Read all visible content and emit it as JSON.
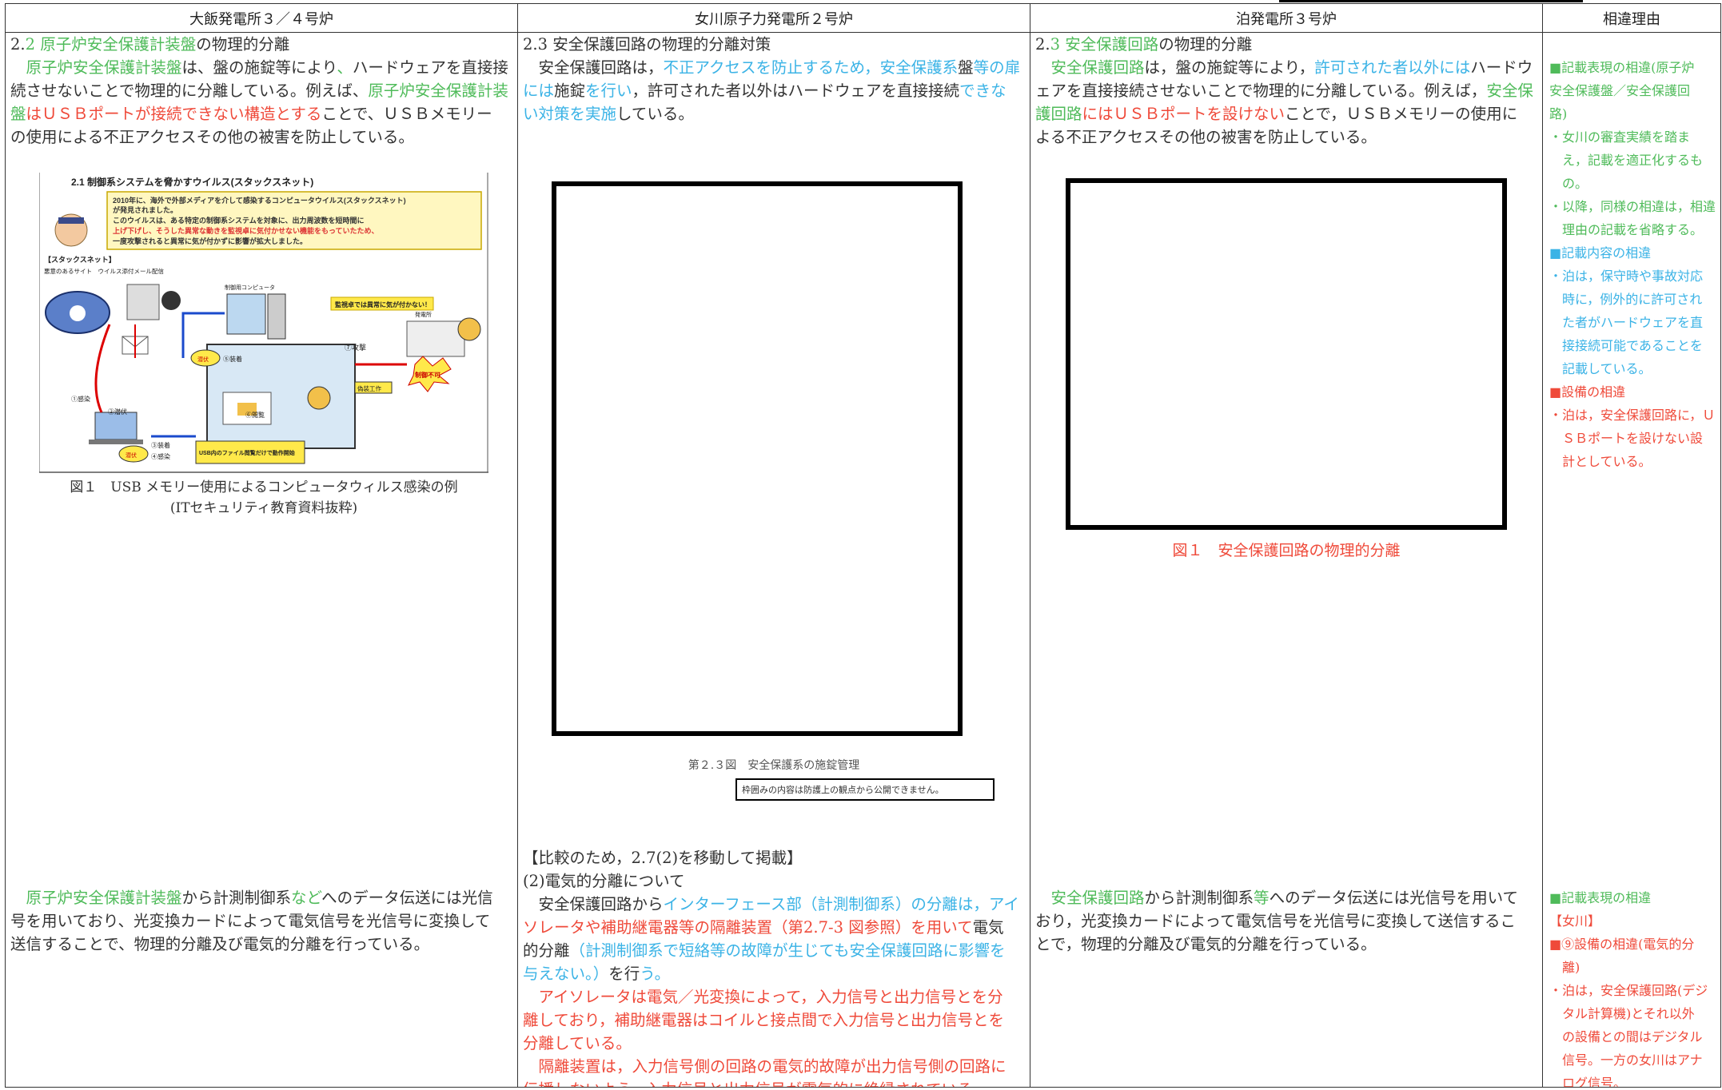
{
  "headers": [
    "大飯発電所３／４号炉",
    "女川原子力発電所２号炉",
    "泊発電所３号炉",
    "相違理由"
  ],
  "col1": {
    "h_num": "2.",
    "h_num2": "2",
    "h_title_green": "原子炉安全保護計装盤",
    "h_title_rest": "の物理的分離",
    "p1_lines": [
      {
        "segs": [
          {
            "t": "　",
            "c": "k"
          },
          {
            "t": "原子炉安全保護計装盤",
            "c": "g"
          },
          {
            "t": "は、盤の施錠等により",
            "c": "k"
          },
          {
            "t": "、",
            "c": "g"
          },
          {
            "t": "ハードウェアを直接接",
            "c": "k"
          }
        ]
      },
      {
        "segs": [
          {
            "t": "続させないことで物理的に分離している。例えば、",
            "c": "k"
          },
          {
            "t": "原子炉安全保護計装",
            "c": "g"
          }
        ]
      },
      {
        "segs": [
          {
            "t": "盤",
            "c": "g"
          },
          {
            "t": "はＵＳＢポートが接続できない構造とする",
            "c": "r"
          },
          {
            "t": "ことで、ＵＳＢメモリー",
            "c": "k"
          }
        ]
      },
      {
        "segs": [
          {
            "t": "の使用による不正アクセスその他の被害を防止している。",
            "c": "k"
          }
        ]
      }
    ],
    "fig_title": "2.1 制御系システムを脅かすウイルス(スタックスネット)",
    "fig_box_lines": [
      "2010年に、海外で外部メディアを介して感染するコンピュータウイルス(スタックスネット)",
      "が発見されました。",
      "このウイルスは、ある特定の制御系システムを対象に、出力周波数を短時間に",
      "上げ下げし、そうした異常な動きを監視卓に気付かせない機能をもっていたため、",
      "一度攻撃されると異常に気が付かずに影響が拡大しました。"
    ],
    "fig_label_stux": "【スタックスネット】",
    "fig_label_site": "悪意のあるサイト　ウイルス添付メール配信",
    "fig_label_monitor": "監視卓では異常に気が付かない！",
    "fig_label_ctrl": "制御用コンピュータ",
    "fig_label_plant": "発電所",
    "fig_label_attack": "⑦攻撃",
    "fig_label_noctrl": "制御不可",
    "fig_label_spoof": "偽装工作",
    "fig_label_1": "①感染",
    "fig_label_2": "②潜伏",
    "fig_label_3": "③装着",
    "fig_label_4": "④感染",
    "fig_label_5": "⑤装着",
    "fig_label_6": "⑥閲覧",
    "fig_label_hide1": "潜伏",
    "fig_label_hide2": "潜伏",
    "fig_label_usb": "USB内のファイル閲覧だけで動作開始",
    "fig_caption1": "図１　USB メモリー使用によるコンピュータウィルス感染の例",
    "fig_caption2": "(ITセキュリティ教育資料抜粋)",
    "p2_lines": [
      {
        "segs": [
          {
            "t": "　",
            "c": "k"
          },
          {
            "t": "原子炉安全保護計装盤",
            "c": "g"
          },
          {
            "t": "から計測制御系",
            "c": "k"
          },
          {
            "t": "など",
            "c": "g"
          },
          {
            "t": "へのデータ伝送には光信",
            "c": "k"
          }
        ]
      },
      {
        "segs": [
          {
            "t": "号を用いており、光変換カードによって電気信号を光信号に変換して",
            "c": "k"
          }
        ]
      },
      {
        "segs": [
          {
            "t": "送信することで、物理的分離及び電気的分離を行っている。",
            "c": "k"
          }
        ]
      }
    ]
  },
  "col2": {
    "heading": "2.3 安全保護回路の物理的分離対策",
    "p1_lines": [
      {
        "segs": [
          {
            "t": "　安全保護回路は，",
            "c": "k"
          },
          {
            "t": "不正アクセスを防止するため，",
            "c": "c"
          },
          {
            "t": "安全保護系",
            "c": "c"
          },
          {
            "t": "盤",
            "c": "k"
          },
          {
            "t": "等の",
            "c": "c"
          },
          {
            "t": "扉",
            "c": "c"
          }
        ]
      },
      {
        "segs": [
          {
            "t": "には",
            "c": "c"
          },
          {
            "t": "施錠",
            "c": "k"
          },
          {
            "t": "を行い",
            "c": "c"
          },
          {
            "t": "，許可された者以外はハードウェアを直接接続",
            "c": "k"
          },
          {
            "t": "できな",
            "c": "c"
          }
        ]
      },
      {
        "segs": [
          {
            "t": "い対策を実施",
            "c": "c"
          },
          {
            "t": "している。",
            "c": "k"
          }
        ]
      }
    ],
    "fig_caption": "第２.３図　安全保護系の施錠管理",
    "fig_note": "枠囲みの内容は防護上の観点から公開できません。",
    "p2_intro": "【比較のため，2.7(2)を移動して掲載】",
    "p2_sub": "(2)電気的分離について",
    "p2_lines": [
      {
        "segs": [
          {
            "t": "　安全保護回路から",
            "c": "k"
          },
          {
            "t": "インターフェース部（計測制御系）の分離は，アイ",
            "c": "c"
          }
        ]
      },
      {
        "segs": [
          {
            "t": "ソレータや補助継電器等の隔離装置（第2.7-3 図参照）を用いて",
            "c": "r"
          },
          {
            "t": "電気",
            "c": "k"
          }
        ]
      },
      {
        "segs": [
          {
            "t": "的分離",
            "c": "k"
          },
          {
            "t": "（計測制御系で短絡等の故障が生じても安全保護回路に影響を",
            "c": "c"
          }
        ]
      },
      {
        "segs": [
          {
            "t": "与えない。）",
            "c": "c"
          },
          {
            "t": "を行",
            "c": "k"
          },
          {
            "t": "う。",
            "c": "c"
          }
        ]
      },
      {
        "segs": [
          {
            "t": "　アイソレータは電気／光変換によって，入力信号と出力信号とを分",
            "c": "r"
          }
        ]
      },
      {
        "segs": [
          {
            "t": "離しており，補助継電器はコイルと接点間で入力信号と出力信号とを",
            "c": "r"
          }
        ]
      },
      {
        "segs": [
          {
            "t": "分離している。",
            "c": "r"
          }
        ]
      },
      {
        "segs": [
          {
            "t": "　隔離装置は，入力信号側の回路の電気的故障が出力信号側の回路に",
            "c": "r"
          }
        ]
      },
      {
        "segs": [
          {
            "t": "伝播しないよう，入力信号と出力信号が電気的に絶縁されている。",
            "c": "r"
          }
        ]
      }
    ]
  },
  "col3": {
    "h_num": "2.",
    "h_num2": "3",
    "h_title_green": "安全保護回路",
    "h_title_rest": "の物理的分離",
    "p1_lines": [
      {
        "segs": [
          {
            "t": "　",
            "c": "k"
          },
          {
            "t": "安全保護回路",
            "c": "g"
          },
          {
            "t": "は，盤の施錠等により，",
            "c": "k"
          },
          {
            "t": "許可された者以外には",
            "c": "c"
          },
          {
            "t": "ハードウ",
            "c": "k"
          }
        ]
      },
      {
        "segs": [
          {
            "t": "ェアを直接接続させないことで物理的に分離している。例えば，",
            "c": "k"
          },
          {
            "t": "安全保",
            "c": "g"
          }
        ]
      },
      {
        "segs": [
          {
            "t": "護回路",
            "c": "g"
          },
          {
            "t": "にはＵＳＢポートを設けない",
            "c": "r"
          },
          {
            "t": "ことで，ＵＳＢメモリーの使用に",
            "c": "k"
          }
        ]
      },
      {
        "segs": [
          {
            "t": "よる不正アクセスその他の被害を防止している。",
            "c": "k"
          }
        ]
      }
    ],
    "fig_caption": "図１　安全保護回路の物理的分離",
    "p2_lines": [
      {
        "segs": [
          {
            "t": "　",
            "c": "k"
          },
          {
            "t": "安全保護回路",
            "c": "g"
          },
          {
            "t": "から計測制御系",
            "c": "k"
          },
          {
            "t": "等",
            "c": "g"
          },
          {
            "t": "へのデータ伝送には光信号を用いて",
            "c": "k"
          }
        ]
      },
      {
        "segs": [
          {
            "t": "おり，光変換カードによって電気信号を光信号に変換して送信するこ",
            "c": "k"
          }
        ]
      },
      {
        "segs": [
          {
            "t": "とで，物理的分離及び電気的分離を行っている。",
            "c": "k"
          }
        ]
      }
    ]
  },
  "col4": {
    "block1": [
      {
        "segs": [
          {
            "t": "■記載表現の相違(原子炉",
            "c": "g"
          }
        ]
      },
      {
        "segs": [
          {
            "t": "安全保護盤／安全保護回",
            "c": "g"
          }
        ]
      },
      {
        "segs": [
          {
            "t": "路)",
            "c": "g"
          }
        ]
      },
      {
        "segs": [
          {
            "t": "・女川の審査実績を踏ま",
            "c": "g"
          }
        ]
      },
      {
        "segs": [
          {
            "t": "　え，記載を適正化するも",
            "c": "g"
          }
        ]
      },
      {
        "segs": [
          {
            "t": "　の。",
            "c": "g"
          }
        ]
      },
      {
        "segs": [
          {
            "t": "・以降，同様の相違は，相違",
            "c": "g"
          }
        ]
      },
      {
        "segs": [
          {
            "t": "　理由の記載を省略する。",
            "c": "g"
          }
        ]
      },
      {
        "segs": [
          {
            "t": "■記載内容の相違",
            "c": "c"
          }
        ]
      },
      {
        "segs": [
          {
            "t": "・泊は，保守時や事故対応",
            "c": "c"
          }
        ]
      },
      {
        "segs": [
          {
            "t": "　時に，例外的に許可され",
            "c": "c"
          }
        ]
      },
      {
        "segs": [
          {
            "t": "　た者がハードウェアを直",
            "c": "c"
          }
        ]
      },
      {
        "segs": [
          {
            "t": "　接接続可能であることを",
            "c": "c"
          }
        ]
      },
      {
        "segs": [
          {
            "t": "　記載している。",
            "c": "c"
          }
        ]
      },
      {
        "segs": [
          {
            "t": "■設備の相違",
            "c": "r"
          }
        ]
      },
      {
        "segs": [
          {
            "t": "・泊は，安全保護回路に，Ｕ",
            "c": "r"
          }
        ]
      },
      {
        "segs": [
          {
            "t": "　ＳＢポートを設けない設",
            "c": "r"
          }
        ]
      },
      {
        "segs": [
          {
            "t": "　計としている。",
            "c": "r"
          }
        ]
      }
    ],
    "block2": [
      {
        "segs": [
          {
            "t": "■記載表現の相違",
            "c": "g"
          }
        ]
      },
      {
        "segs": [
          {
            "t": "【女川】",
            "c": "r"
          }
        ]
      },
      {
        "segs": [
          {
            "t": "■⑨設備の相違(電気的分",
            "c": "r"
          }
        ]
      },
      {
        "segs": [
          {
            "t": "　離)",
            "c": "r"
          }
        ]
      },
      {
        "segs": [
          {
            "t": "・泊は，安全保護回路(デジ",
            "c": "r"
          }
        ]
      },
      {
        "segs": [
          {
            "t": "　タル計算機)とそれ以外",
            "c": "r"
          }
        ]
      },
      {
        "segs": [
          {
            "t": "　の設備との間はデジタル",
            "c": "r"
          }
        ]
      },
      {
        "segs": [
          {
            "t": "　信号。一方の女川はアナ",
            "c": "r"
          }
        ]
      },
      {
        "segs": [
          {
            "t": "　ログ信号。",
            "c": "r"
          }
        ]
      }
    ]
  },
  "colors": {
    "green": "#4fbb5a",
    "cyan": "#3bb3e6",
    "red": "#ef4a3a",
    "text": "#333333"
  }
}
